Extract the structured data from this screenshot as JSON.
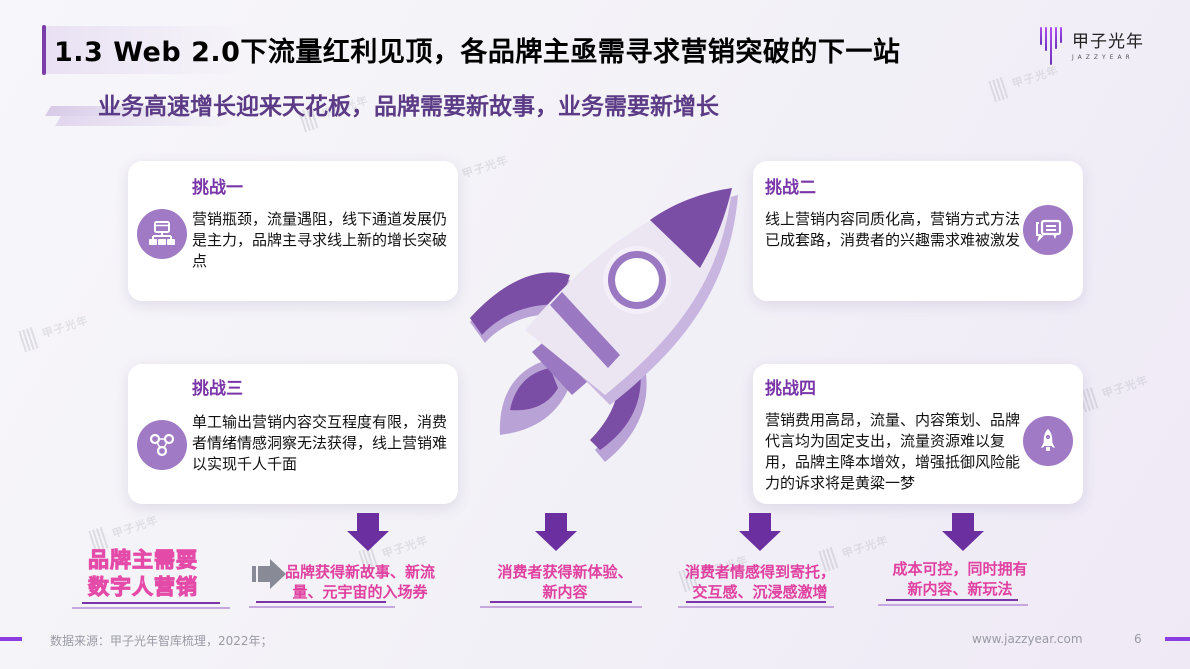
{
  "header": {
    "title": "1.3 Web 2.0下流量红利见顶，各品牌主亟需寻求营销突破的下一站",
    "subtitle": "业务高速增长迎来天花板，品牌需要新故事，业务需要新增长"
  },
  "logo": {
    "name_cn": "甲子光年",
    "name_en": "JAZZYEAR",
    "accent_color": "#8a3de0"
  },
  "watermark": "甲子光年",
  "challenges": [
    {
      "title": "挑战一",
      "body": "营销瓶颈，流量遇阻，线下通道发展仍是主力，品牌主寻求线上新的增长突破点",
      "icon": "network-hierarchy-icon"
    },
    {
      "title": "挑战二",
      "body": "线上营销内容同质化高，营销方式方法已成套路，消费者的兴趣需求难被激发",
      "icon": "chat-bubbles-icon"
    },
    {
      "title": "挑战三",
      "body": "单工输出营销内容交互程度有限，消费者情绪情感洞察无法获得，线上营销难以实现千人千面",
      "icon": "connected-nodes-icon"
    },
    {
      "title": "挑战四",
      "body": "营销费用高昂，流量、内容策划、品牌代言均为固定支出，流量资源难以复用，品牌主降本增效，增强抵御风险能力的诉求将是黄粱一梦",
      "icon": "rocket-icon"
    }
  ],
  "need": {
    "line1": "品牌主需要",
    "line2": "数字人营销"
  },
  "outcomes": [
    {
      "line1": "品牌获得新故事、新流",
      "line2": "量、元宇宙的入场券"
    },
    {
      "line1": "消费者获得新体验、",
      "line2": "新内容"
    },
    {
      "line1": "消费者情感得到寄托，",
      "line2": "交互感、沉浸感激增"
    },
    {
      "line1": "成本可控，同时拥有",
      "line2": "新内容、新玩法"
    }
  ],
  "footer": {
    "source": "数据来源：甲子光年智库梳理，2022年；",
    "website": "www.jazzyear.com",
    "page_number": "6"
  },
  "colors": {
    "primary_purple": "#7a36a8",
    "icon_purple": "#a07ac4",
    "outcome_pink": "#e0409f",
    "subtitle_purple": "#5b3a86"
  }
}
